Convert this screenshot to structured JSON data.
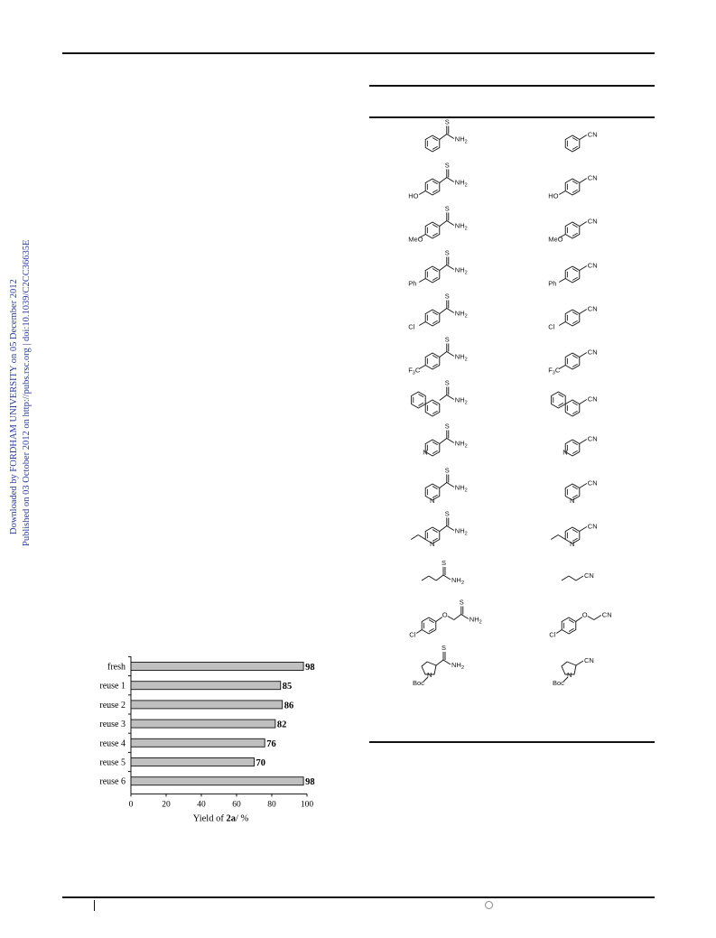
{
  "watermark": {
    "line1": "Downloaded by FORDHAM UNIVERSITY on 05 December 2012",
    "line2": "Published on 03 October 2012 on http://pubs.rsc.org | doi:10.1039/C2CC36635E"
  },
  "scheme": {
    "rows": [
      {
        "left": "thioamide-1",
        "left_labels": [
          "S",
          "NH2"
        ],
        "right": "nitrile-1",
        "right_labels": [
          "CN"
        ]
      },
      {
        "left": "thioamide-2",
        "left_labels": [
          "S",
          "NH2",
          "HO"
        ],
        "right": "nitrile-2",
        "right_labels": [
          "CN",
          "HO"
        ]
      },
      {
        "left": "thioamide-3",
        "left_labels": [
          "S",
          "NH2",
          "MeO"
        ],
        "right": "nitrile-3",
        "right_labels": [
          "CN",
          "MeO"
        ]
      },
      {
        "left": "thioamide-4",
        "left_labels": [
          "S",
          "NH2",
          "Ph"
        ],
        "right": "nitrile-4",
        "right_labels": [
          "CN",
          "Ph"
        ]
      },
      {
        "left": "thioamide-5",
        "left_labels": [
          "S",
          "NH2",
          "Cl"
        ],
        "right": "nitrile-5",
        "right_labels": [
          "CN",
          "Cl"
        ]
      },
      {
        "left": "thioamide-6",
        "left_labels": [
          "S",
          "NH2",
          "F3C"
        ],
        "right": "nitrile-6",
        "right_labels": [
          "CN",
          "F3C"
        ]
      },
      {
        "left": "thioamide-7",
        "left_labels": [
          "S",
          "NH2"
        ],
        "right": "nitrile-7",
        "right_labels": [
          "CN"
        ]
      },
      {
        "left": "thioamide-8",
        "left_labels": [
          "S",
          "NH2",
          "N"
        ],
        "right": "nitrile-8",
        "right_labels": [
          "CN",
          "N"
        ]
      },
      {
        "left": "thioamide-9",
        "left_labels": [
          "S",
          "NH2",
          "N"
        ],
        "right": "nitrile-9",
        "right_labels": [
          "CN",
          "N"
        ]
      },
      {
        "left": "thioamide-10",
        "left_labels": [
          "S",
          "NH2",
          "N"
        ],
        "right": "nitrile-10",
        "right_labels": [
          "CN",
          "N"
        ]
      },
      {
        "left": "thioamide-11",
        "left_labels": [
          "S",
          "NH2"
        ],
        "right": "nitrile-11",
        "right_labels": [
          "CN"
        ]
      },
      {
        "left": "thioamide-12",
        "left_labels": [
          "S",
          "NH2",
          "O",
          "Cl"
        ],
        "right": "nitrile-12",
        "right_labels": [
          "CN",
          "O",
          "Cl"
        ]
      },
      {
        "left": "thioamide-13",
        "left_labels": [
          "S",
          "NH2",
          "N",
          "Boc"
        ],
        "right": "nitrile-13",
        "right_labels": [
          "CN",
          "N",
          "Boc"
        ]
      }
    ]
  },
  "chart_data": {
    "type": "bar",
    "orientation": "horizontal",
    "categories": [
      "fresh",
      "reuse 1",
      "reuse 2",
      "reuse 3",
      "reuse 4",
      "reuse 5",
      "reuse 6"
    ],
    "values": [
      98,
      85,
      86,
      82,
      76,
      70,
      98
    ],
    "data_labels": [
      "98",
      "85",
      "86",
      "82",
      "76",
      "70",
      "98"
    ],
    "xlabel_prefix": "Yield of ",
    "xlabel_bold": "2a",
    "xlabel_suffix": "/ %",
    "xticks": [
      "0",
      "20",
      "40",
      "60",
      "80",
      "100"
    ],
    "xlim": [
      0,
      100
    ],
    "bar_color": "#c0c0c0"
  }
}
